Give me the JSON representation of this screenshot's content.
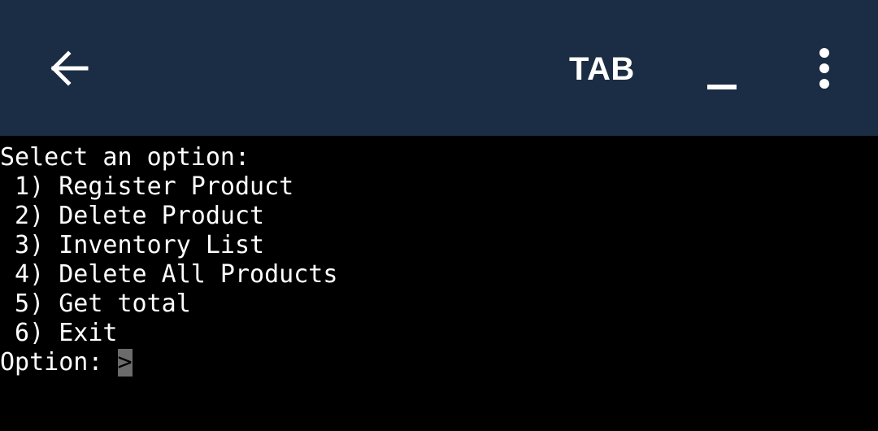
{
  "appbar": {
    "title": "TAB",
    "back_icon": "arrow-left-icon",
    "minimize_icon": "minimize-icon",
    "menu_icon": "more-vertical-icon",
    "background_color": "#1b2d44"
  },
  "terminal": {
    "header": "Select an option:",
    "options": [
      " 1) Register Product",
      " 2) Delete Product",
      " 3) Inventory List",
      " 4) Delete All Products",
      " 5) Get total",
      " 6) Exit"
    ],
    "prompt": "Option: ",
    "cursor_glyph": ">",
    "background_color": "#000000",
    "text_color": "#ffffff"
  }
}
